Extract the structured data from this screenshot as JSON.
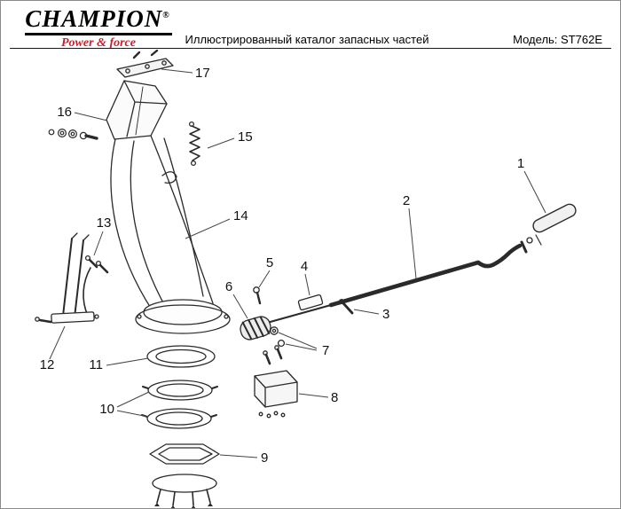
{
  "header": {
    "brand": "CHAMPION",
    "reg_mark": "®",
    "tagline": "Power & force",
    "title": "Иллюстрированный каталог запасных частей",
    "model": "Модель: ST762E"
  },
  "colors": {
    "tagline_red": "#c8202c",
    "line_art": "#2a2a2a"
  },
  "diagram": {
    "description": "Exploded spare-parts view with numbered callouts",
    "callouts": [
      "1",
      "2",
      "3",
      "4",
      "5",
      "6",
      "7",
      "8",
      "9",
      "10",
      "11",
      "12",
      "13",
      "14",
      "15",
      "16",
      "17"
    ]
  }
}
